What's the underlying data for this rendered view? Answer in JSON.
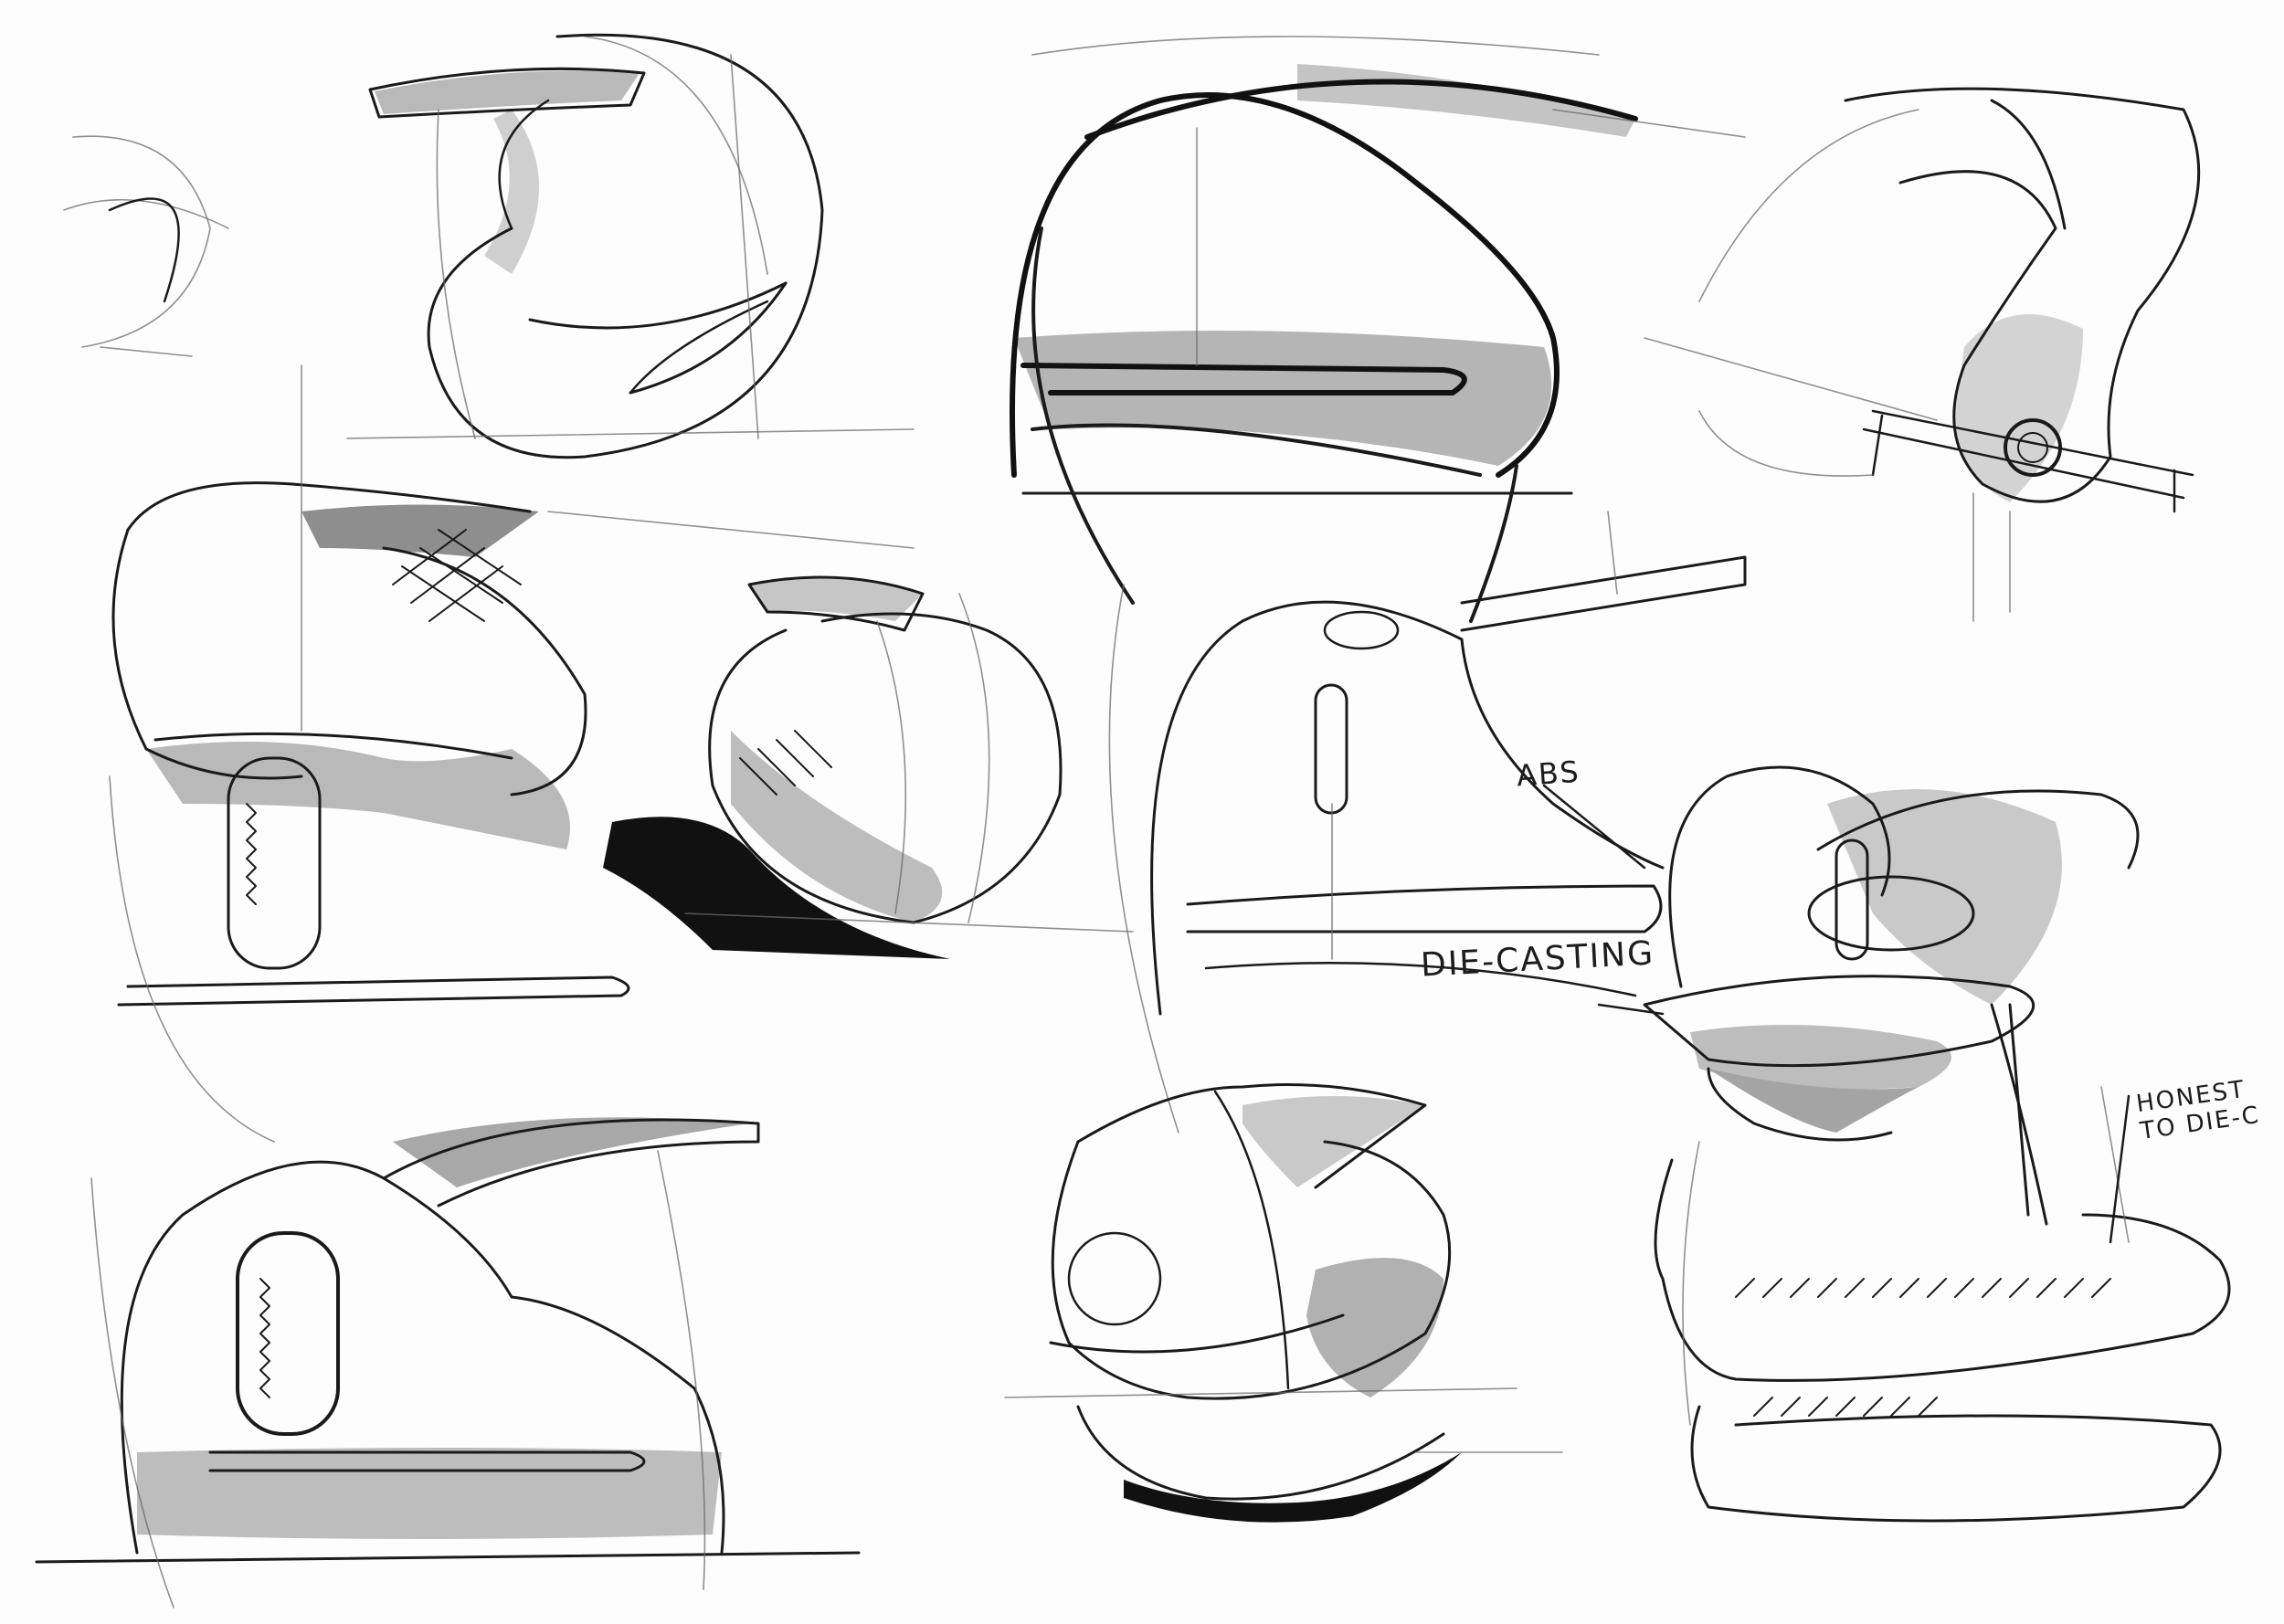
{
  "annotations": {
    "abs": "ABS",
    "die_casting": "DIE-CASTING",
    "honest_line1": "HONEST",
    "honest_line2": "TO DIE-C"
  },
  "colors": {
    "ink": "#1a1a1a",
    "marker_light": "#c8c8c8",
    "marker_mid": "#a9a9a9",
    "marker_dark": "#111111",
    "paper": "#fdfdfd"
  }
}
